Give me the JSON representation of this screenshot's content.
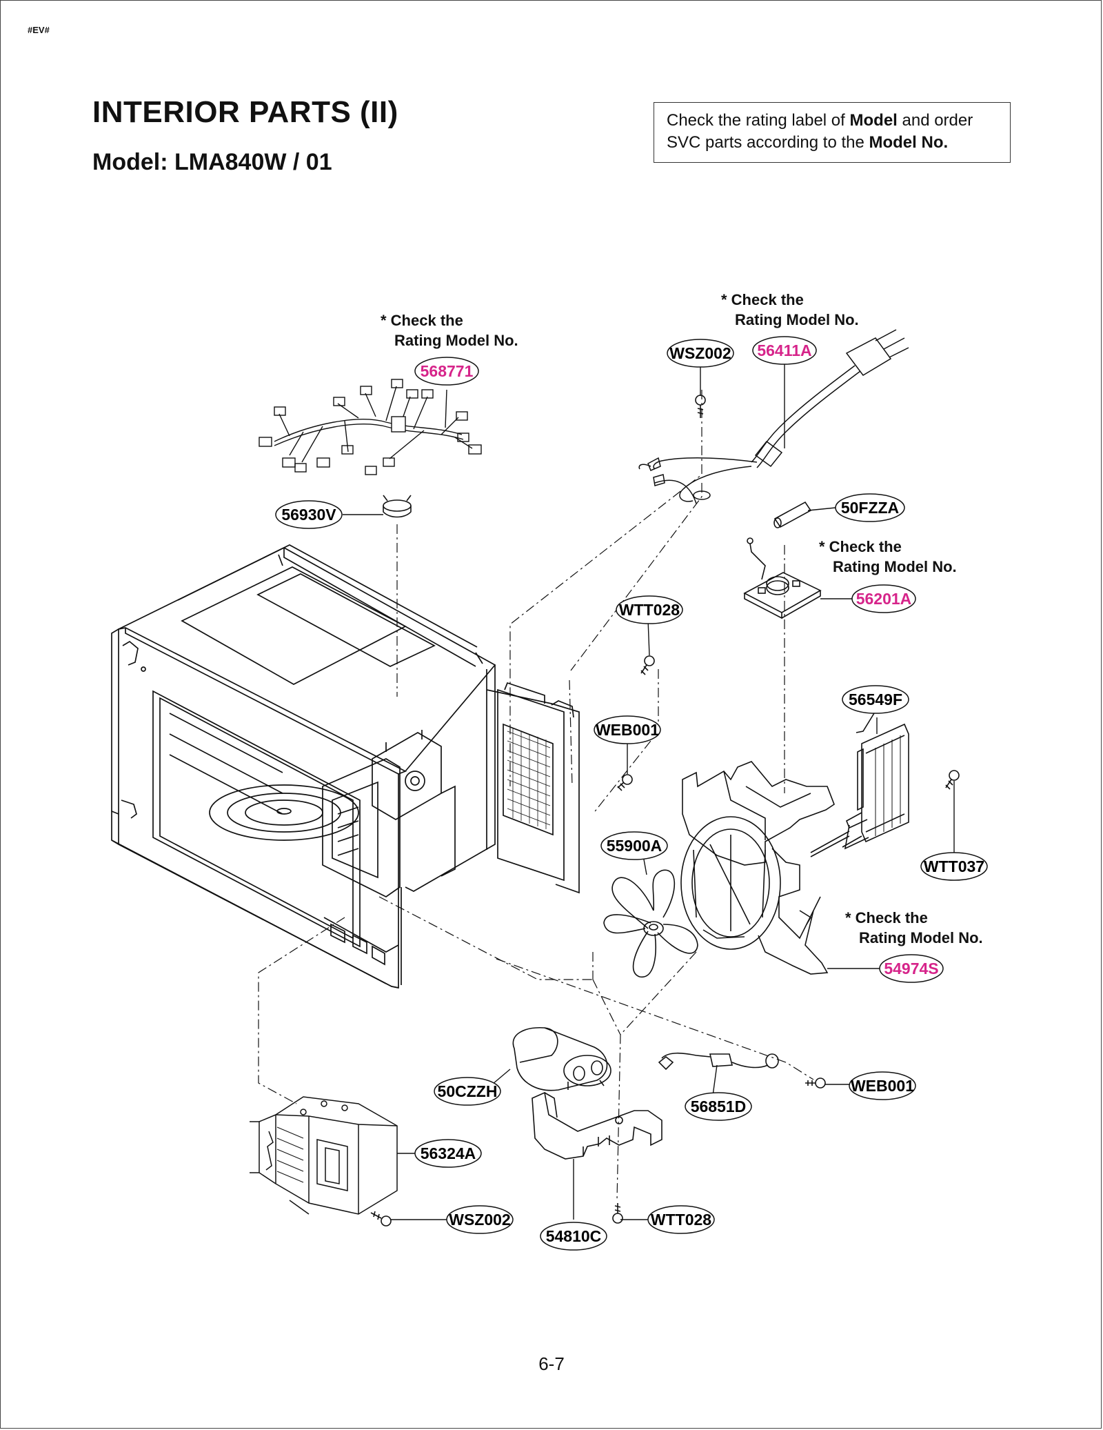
{
  "header": {
    "corner_tag": "#EV#",
    "title": "INTERIOR PARTS (II)",
    "subtitle": "Model: LMA840W / 01"
  },
  "notice": {
    "text_1": "Check the rating label of ",
    "bold_1": "Model",
    "text_2": " and order SVC parts according to the ",
    "bold_2": "Model No."
  },
  "notes": {
    "line_1": "* Check the",
    "line_2": "Rating Model No."
  },
  "parts": {
    "p568771": "568771",
    "p56411A": "56411A",
    "pWSZ002_top": "WSZ002",
    "p56930V": "56930V",
    "p50FZZA": "50FZZA",
    "p56201A": "56201A",
    "pWTT028_top": "WTT028",
    "pWEB001_mid": "WEB001",
    "p56549F": "56549F",
    "p55900A": "55900A",
    "pWTT037": "WTT037",
    "p54974S": "54974S",
    "p50CZZH": "50CZZH",
    "p56851D": "56851D",
    "pWEB001_low": "WEB001",
    "p56324A": "56324A",
    "pWSZ002_low": "WSZ002",
    "p54810C": "54810C",
    "pWTT028_low": "WTT028"
  },
  "colors": {
    "pink_label": "#d6248a",
    "line": "#111111"
  },
  "footer": {
    "page_number": "6-7"
  }
}
